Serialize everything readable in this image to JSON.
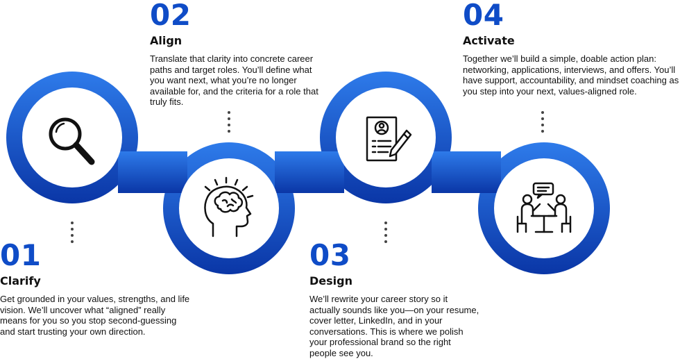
{
  "colors": {
    "accent_blue": "#0F4CC7",
    "blue_light": "#2E7BEA",
    "blue_dark": "#0A36A6",
    "text": "#111111"
  },
  "steps": [
    {
      "number": "01",
      "title": "Clarify",
      "description": "Get grounded in your values, strengths, and life vision. We’ll uncover what “aligned” really means for you so you stop second-guessing and start trusting your own direction.",
      "icon": "magnifying-glass-icon"
    },
    {
      "number": "02",
      "title": "Align",
      "description": "Translate that clarity into concrete career paths and target roles. You’ll define what you want next, what you’re no longer available for, and the criteria for a role that truly fits.",
      "icon": "brain-head-icon"
    },
    {
      "number": "03",
      "title": "Design",
      "description": "We’ll rewrite your career story so it actually sounds like you—on your resume, cover letter, LinkedIn, and in your conversations. This is where we polish your professional brand so the right people see you.",
      "icon": "resume-pencil-icon"
    },
    {
      "number": "04",
      "title": "Activate",
      "description": "Together we’ll build a simple, doable action plan: networking, applications, interviews, and offers. You’ll have support, accountability, and mindset coaching as you step into your next, values-aligned role.",
      "icon": "meeting-presentation-icon"
    }
  ]
}
